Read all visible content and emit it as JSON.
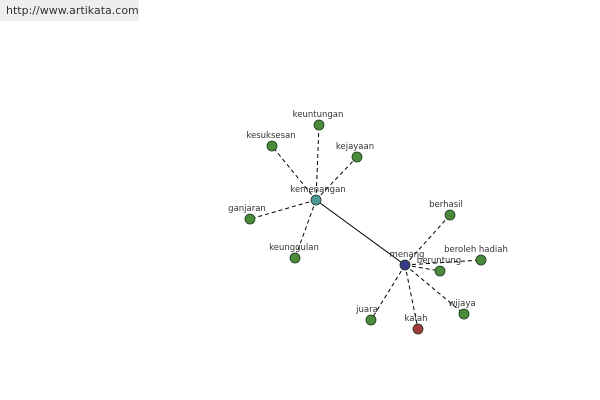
{
  "header": {
    "url_text": "http://www.artikata.com"
  },
  "graph": {
    "colors": {
      "hub_primary": "#3a3a8c",
      "hub_secondary": "#4a9a9a",
      "synonym": "#4a8a3a",
      "antonym": "#a03a3a"
    },
    "nodes": {
      "menang": {
        "label": "menang"
      },
      "kemenangan": {
        "label": "kemenangan"
      },
      "keuntungan": {
        "label": "keuntungan"
      },
      "kesuksesan": {
        "label": "kesuksesan"
      },
      "kejayaan": {
        "label": "kejayaan"
      },
      "ganjaran": {
        "label": "ganjaran"
      },
      "keunggulan": {
        "label": "keunggulan"
      },
      "berhasil": {
        "label": "berhasil"
      },
      "beroleh_hadiah": {
        "label": "beroleh hadiah"
      },
      "beruntung": {
        "label": "beruntung"
      },
      "wijaya": {
        "label": "wijaya"
      },
      "juara": {
        "label": "juara"
      },
      "kalah": {
        "label": "kalah"
      }
    }
  }
}
